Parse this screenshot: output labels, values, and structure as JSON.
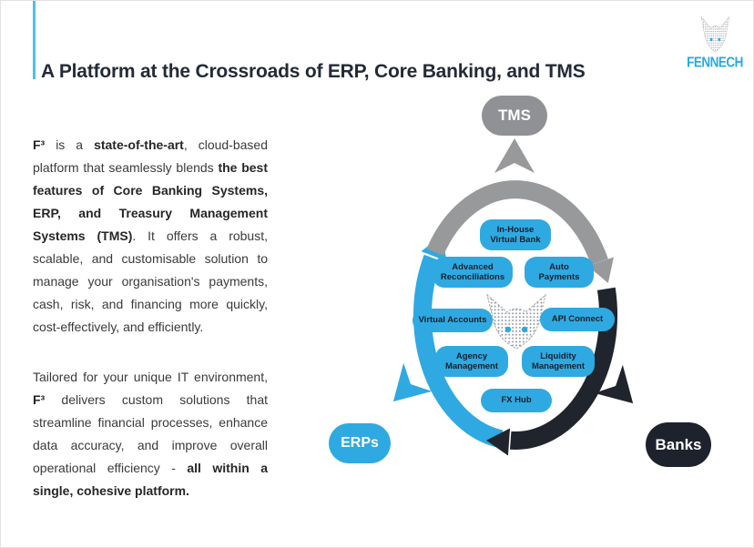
{
  "header": {
    "title": "A Platform at the Crossroads of ERP, Core Banking, and TMS",
    "accent_color": "#4FC0E8",
    "title_color": "#232B38"
  },
  "logo": {
    "brand": "FENNECH",
    "color": "#2AA9E0"
  },
  "body": {
    "p1": [
      "F³",
      " is a ",
      "state-of-the-art",
      ", cloud-based platform that seamlessly blends ",
      "the best features of Core Banking Systems, ERP, and Treasury Management Systems (TMS)",
      ". It offers a robust, scalable, and customisable solution to manage your organisation's payments, cash, risk, and financing more quickly, cost-effectively, and efficiently."
    ],
    "p2": [
      "Tailored for your unique IT environment, ",
      "F³",
      " delivers custom solutions that streamline financial processes, enhance data accuracy, and improve overall operational efficiency - ",
      "all within a single, cohesive platform."
    ]
  },
  "diagram": {
    "hub_modules": [
      "In-House Virtual Bank",
      "Advanced Reconciliations",
      "Auto Payments",
      "Virtual Accounts",
      "API Connect",
      "Agency Management",
      "Liquidity Management",
      "FX Hub"
    ],
    "module_fill": "#2FA9E1",
    "module_text_color": "#16202C",
    "nodes": {
      "tms": "TMS",
      "erps": "ERPs",
      "banks": "Banks"
    },
    "node_colors": {
      "tms": "#8F9194",
      "erps": "#2FA9E1",
      "banks": "#1E222C"
    },
    "ring_colors": {
      "top_segment": "#97999B",
      "right_segment": "#20242D",
      "left_segment": "#2FA9E1"
    }
  }
}
